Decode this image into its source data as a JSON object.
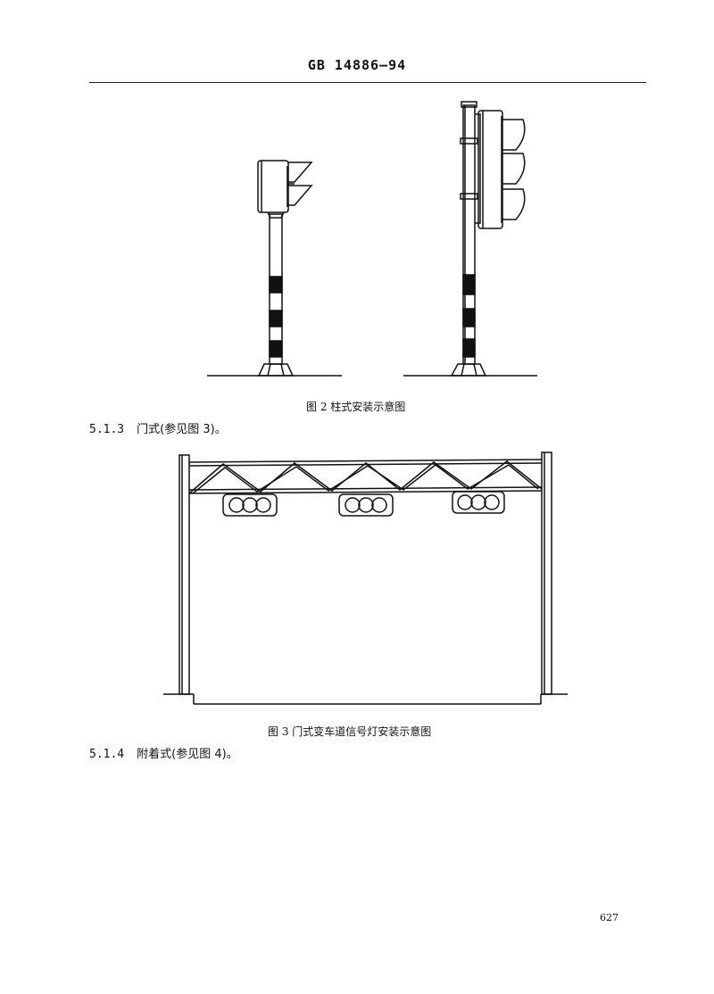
{
  "header": {
    "standard_code": "GB 14886—94"
  },
  "figure2": {
    "caption": "图 2  柱式安装示意图"
  },
  "section_513": {
    "number": "5.1.3",
    "text": "门式(参见图 3)。"
  },
  "figure3": {
    "caption": "图 3  门式变车道信号灯安装示意图"
  },
  "section_514": {
    "number": "5.1.4",
    "text": "附着式(参见图 4)。"
  },
  "page_number": "627"
}
